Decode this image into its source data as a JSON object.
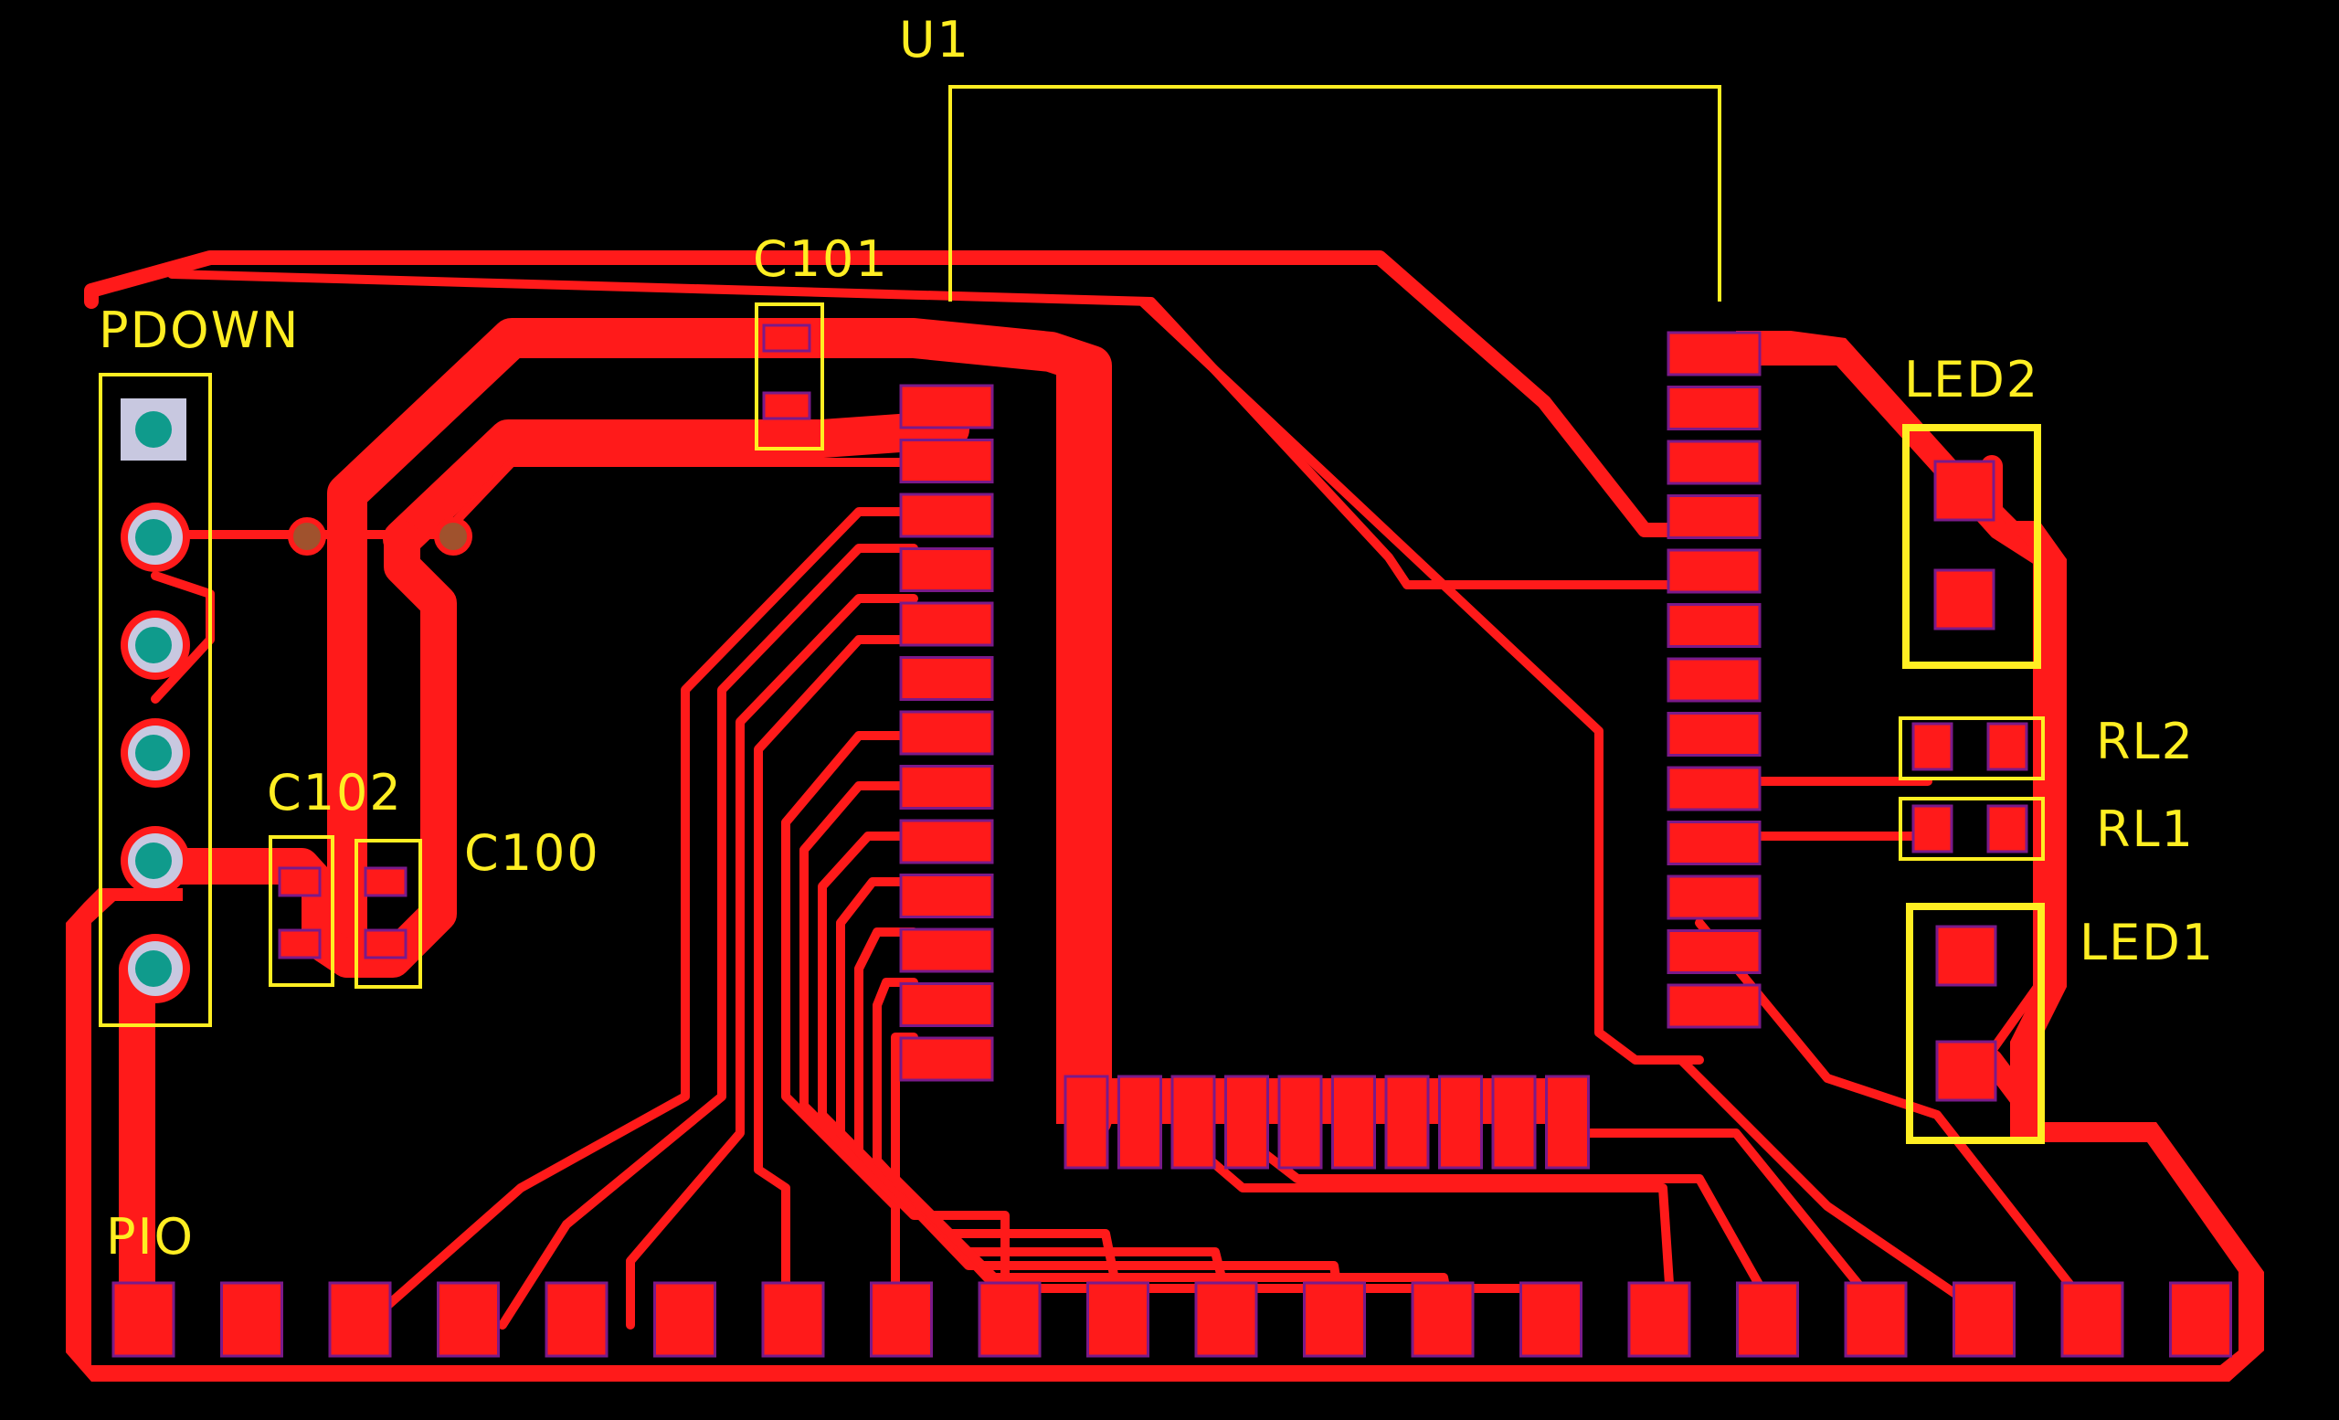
{
  "colors": {
    "background": "#000000",
    "copper": "#ff1a1a",
    "silkscreen": "#ffee22",
    "pad_edge": "#7a1a8a",
    "through_hole_ring": "#c8c8e0",
    "through_hole_core": "#0f9b8c",
    "via": "#a0522d"
  },
  "designators": {
    "u1": "U1",
    "c101": "C101",
    "pdown": "PDOWN",
    "c102": "C102",
    "c100": "C100",
    "led2": "LED2",
    "rl2": "RL2",
    "rl1": "RL1",
    "led1": "LED1",
    "pio": "PIO"
  },
  "components": {
    "u1_left_pads": 13,
    "u1_right_pads": 13,
    "u1_bottom_pads": 10,
    "pio_pads": 20,
    "pdown_pins": 6,
    "vias": 2
  }
}
